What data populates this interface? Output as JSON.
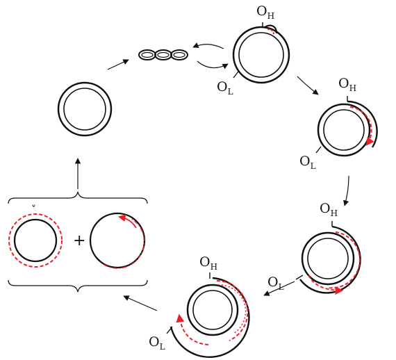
{
  "labels": {
    "heavy_origin": "O",
    "heavy_origin_sub": "H",
    "light_origin": "O",
    "light_origin_sub": "L",
    "plus_sign": "+",
    "nick_mark": "˅"
  },
  "colors": {
    "dna_strand": "#111111",
    "new_strand": "#e8202a",
    "background": "#ffffff"
  },
  "icons": [
    "supercoiled-dna-icon",
    "circular-dna-icon",
    "arrow-icon",
    "brace-icon"
  ]
}
